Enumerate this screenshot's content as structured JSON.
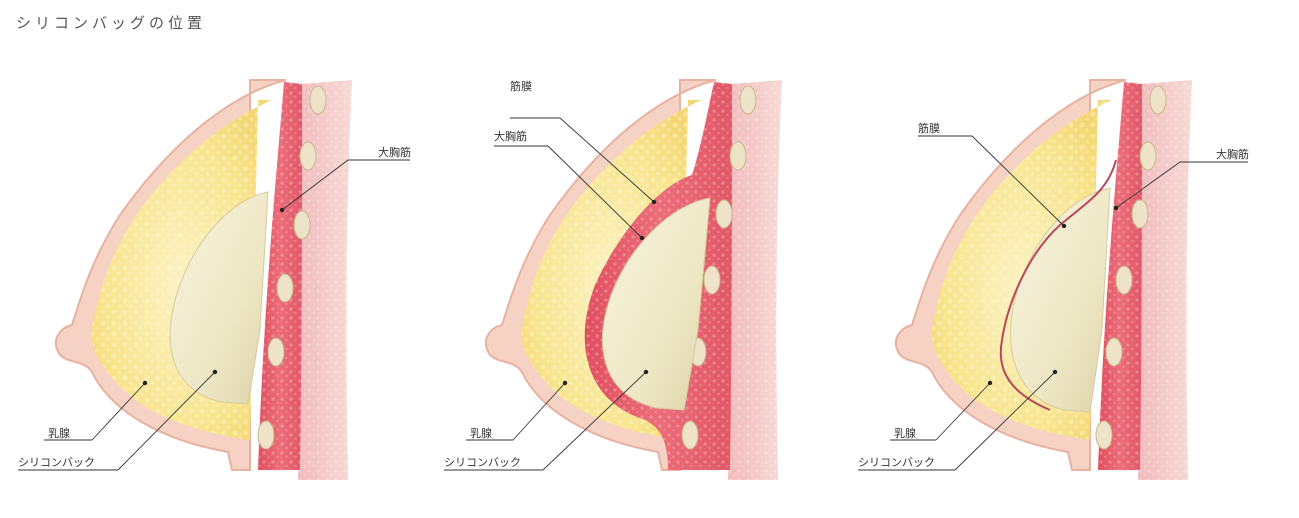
{
  "title": "シリコンバッグの位置",
  "labels": {
    "mammary_gland": "乳腺",
    "silicone_bag": "シリコンバック",
    "pectoralis_major": "大胸筋",
    "fascia": "筋膜"
  },
  "panels": [
    {
      "placement": "subglandular",
      "labels": [
        "pectoralis_major",
        "mammary_gland",
        "silicone_bag"
      ]
    },
    {
      "placement": "submuscular",
      "labels": [
        "fascia",
        "pectoralis_major",
        "mammary_gland",
        "silicone_bag"
      ]
    },
    {
      "placement": "subfascial",
      "labels": [
        "fascia",
        "pectoralis_major",
        "mammary_gland",
        "silicone_bag"
      ]
    }
  ],
  "colors": {
    "skin": "#f6d2c4",
    "skin_outline": "#e7b29f",
    "fat_yellow": "#f9e79a",
    "fat_light": "#fbf0bc",
    "muscle": "#e8606e",
    "muscle_dark": "#c9404e",
    "chest_wall": "#f2c3c3",
    "implant": "#f1ebcd",
    "fascia_line": "#b8485a",
    "rib": "#eee2c8"
  }
}
